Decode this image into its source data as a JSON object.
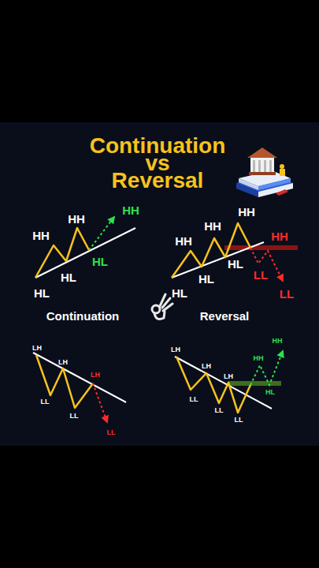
{
  "diagram": {
    "title": "Continuation vs Reversal",
    "labels": [
      "HH",
      "HH",
      "HH",
      "HL",
      "HL",
      "HL",
      "HH",
      "HH",
      "HH",
      "HH",
      "HL",
      "HL",
      "HL",
      "LL",
      "LL",
      "Continuation",
      "Reversal",
      "LH",
      "LH",
      "LH",
      "LL",
      "LL",
      "LL",
      "LH",
      "LH",
      "LH",
      "HH",
      "HH",
      "HL",
      "LL",
      "LL",
      "LL"
    ]
  }
}
